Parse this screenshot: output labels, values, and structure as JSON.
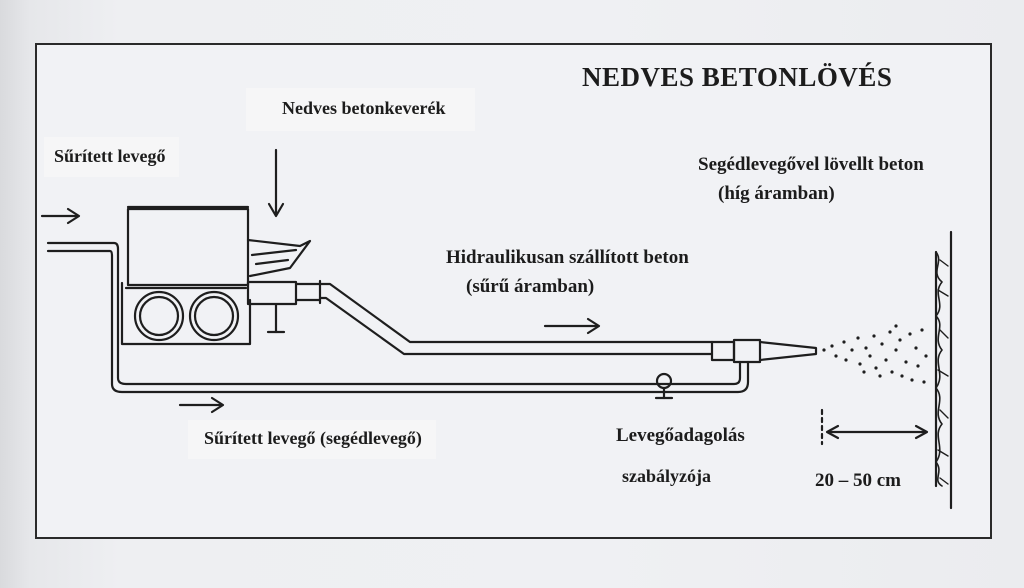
{
  "diagram": {
    "title": "NEDVES BETONLÖVÉS",
    "labels": {
      "compressed_air": "Sűrített levegő",
      "wet_mix": "Nedves betonkeverék",
      "aux_air_shot": "Segédlevegővel lövellt beton",
      "aux_air_shot_note": "(híg áramban)",
      "hydraulic": "Hidraulikusan szállított beton",
      "hydraulic_note": "(sűrű áramban)",
      "aux_compressed_air": "Sűrített levegő (segédlevegő)",
      "air_regulator_line1": "Levegőadagolás",
      "air_regulator_line2": "szabályzója",
      "distance": "20 – 50 cm"
    }
  }
}
